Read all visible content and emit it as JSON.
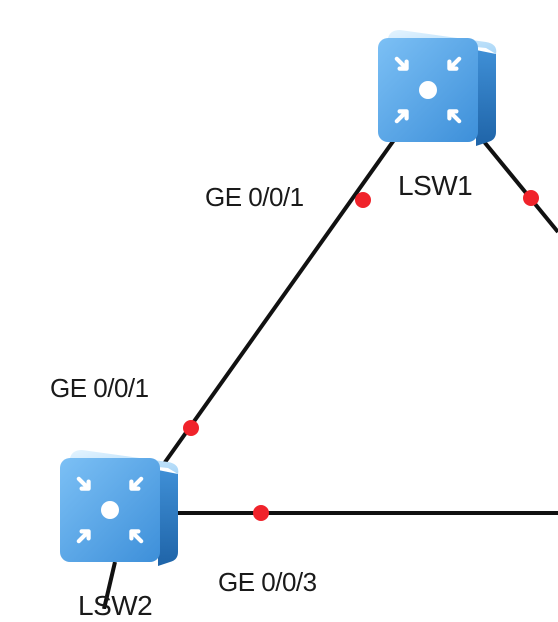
{
  "diagram": {
    "devices": [
      {
        "id": "lsw1",
        "name": "LSW1",
        "type": "switch-icon"
      },
      {
        "id": "lsw2",
        "name": "LSW2",
        "type": "switch-icon"
      }
    ],
    "links": [
      {
        "from": "lsw1",
        "to": "lsw2",
        "from_port": "GE 0/0/1",
        "to_port": "GE 0/0/1"
      },
      {
        "from": "lsw2",
        "to": "offscreen-right",
        "from_port": "GE 0/0/3"
      },
      {
        "from": "lsw1",
        "to": "offscreen-right"
      },
      {
        "from": "lsw2",
        "to": "offscreen-bottom"
      }
    ],
    "colors": {
      "link": "#111111",
      "port_dot": "#f0232b",
      "switch_top": "#bfe3fb",
      "switch_front": "#5aa6e8",
      "switch_side": "#2f7ec8"
    }
  }
}
